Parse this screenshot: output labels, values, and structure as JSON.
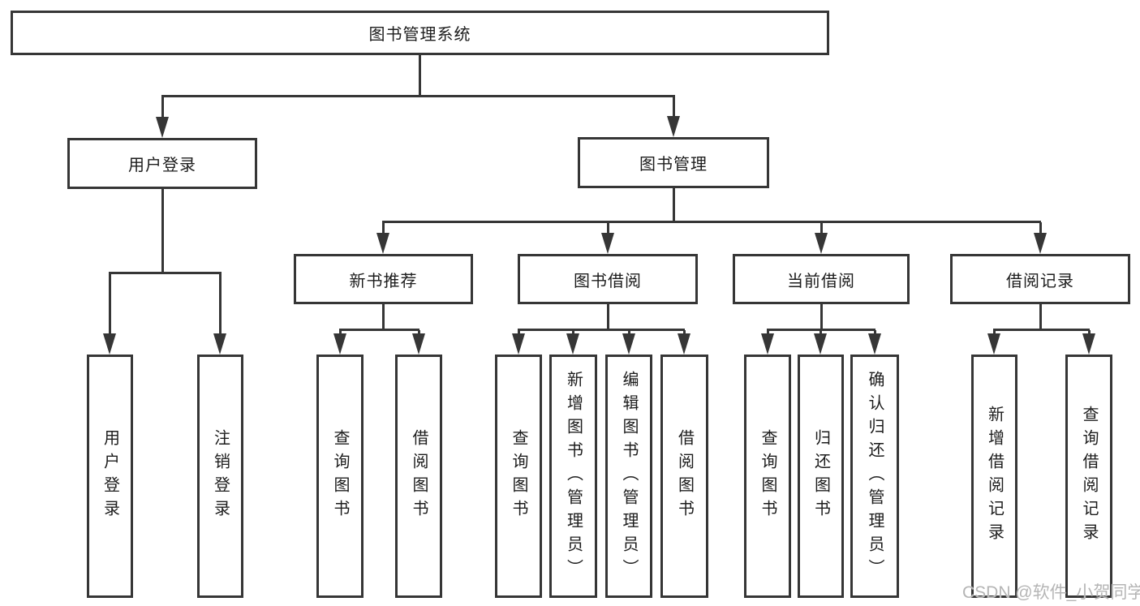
{
  "diagram": {
    "root_label": "图书管理系统",
    "level2": [
      {
        "label": "用户登录"
      },
      {
        "label": "图书管理"
      }
    ],
    "level3": [
      {
        "label": "新书推荐"
      },
      {
        "label": "图书借阅"
      },
      {
        "label": "当前借阅"
      },
      {
        "label": "借阅记录"
      }
    ],
    "leaves": {
      "user_login": [
        "用户登录",
        "注销登录"
      ],
      "new_book_recommend": [
        "查询图书",
        "借阅图书"
      ],
      "book_borrow": [
        "查询图书",
        "新增图书（管理员）",
        "编辑图书（管理员）",
        "借阅图书"
      ],
      "current_borrow": [
        "查询图书",
        "归还图书",
        "确认归还（管理员）"
      ],
      "borrow_records": [
        "新增借阅记录",
        "查询借阅记录"
      ]
    },
    "colors": {
      "line": "#363636",
      "text": "#1c1c1c",
      "background": "#ffffff",
      "watermark": "#b5b5b5"
    }
  },
  "watermark": {
    "text": "CSDN @软件_小贺同学"
  }
}
